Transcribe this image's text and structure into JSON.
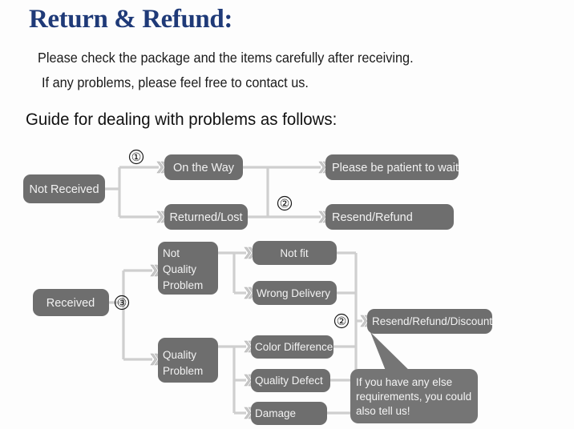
{
  "header": {
    "title": "Return & Refund:",
    "title_color": "#1f3a78",
    "line1": "Please check the package and the items carefully after receiving.",
    "line2": "If any problems, please feel free to contact us.",
    "guide": "Guide for dealing with problems as follows:"
  },
  "theme": {
    "node_fill": "#6e6e6e",
    "node_fill_dark": "#676767",
    "node_text": "#f2f2f2",
    "connector": "#cfcfcf",
    "connector_edge": "#b4b4b4",
    "bubble_fill": "#757575",
    "background": "#fdfdfd"
  },
  "flow": {
    "nodes": {
      "not_received": "Not Received",
      "on_the_way": "On the Way",
      "returned_lost": "Returned/Lost",
      "please_wait": "Please be patient to wait",
      "resend_refund": "Resend/Refund",
      "received": "Received",
      "not_quality_problem_l1": "Not",
      "not_quality_problem_l2": "Quality",
      "not_quality_problem_l3": "Problem",
      "quality_problem_l1": "Quality",
      "quality_problem_l2": "Problem",
      "not_fit": "Not fit",
      "wrong_delivery": "Wrong Delivery",
      "color_difference": "Color Difference",
      "quality_defect": "Quality Defect",
      "damage": "Damage",
      "resend_refund_discount": "Resend/Refund/Discount"
    },
    "markers": {
      "one": "①",
      "two_top": "②",
      "three": "③",
      "two_bottom": "②"
    },
    "callout": {
      "line1": "If you have any else",
      "line2": "requirements, you could",
      "line3": "also tell us!"
    }
  }
}
